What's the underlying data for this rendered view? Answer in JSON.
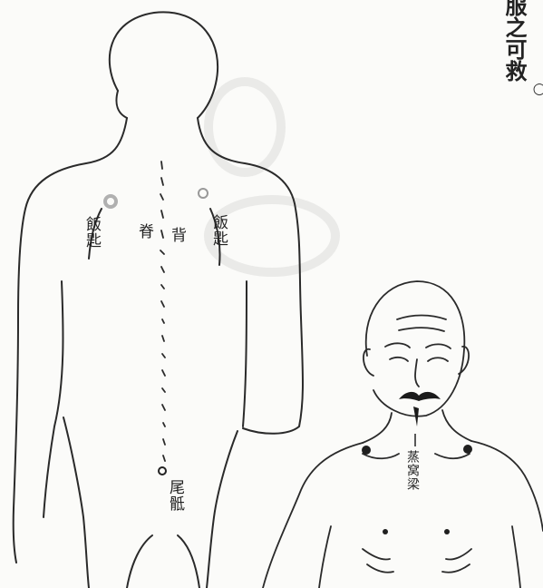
{
  "corner_text": {
    "line1": "服之可救",
    "marker": "○"
  },
  "back_figure": {
    "labels": {
      "spine": "脊",
      "back": "背",
      "left_point": "飯匙",
      "right_point": "飯匙",
      "tail_point": "尾骶"
    }
  },
  "front_figure": {
    "labels": {
      "chest_line": "蒸窝梁"
    }
  }
}
